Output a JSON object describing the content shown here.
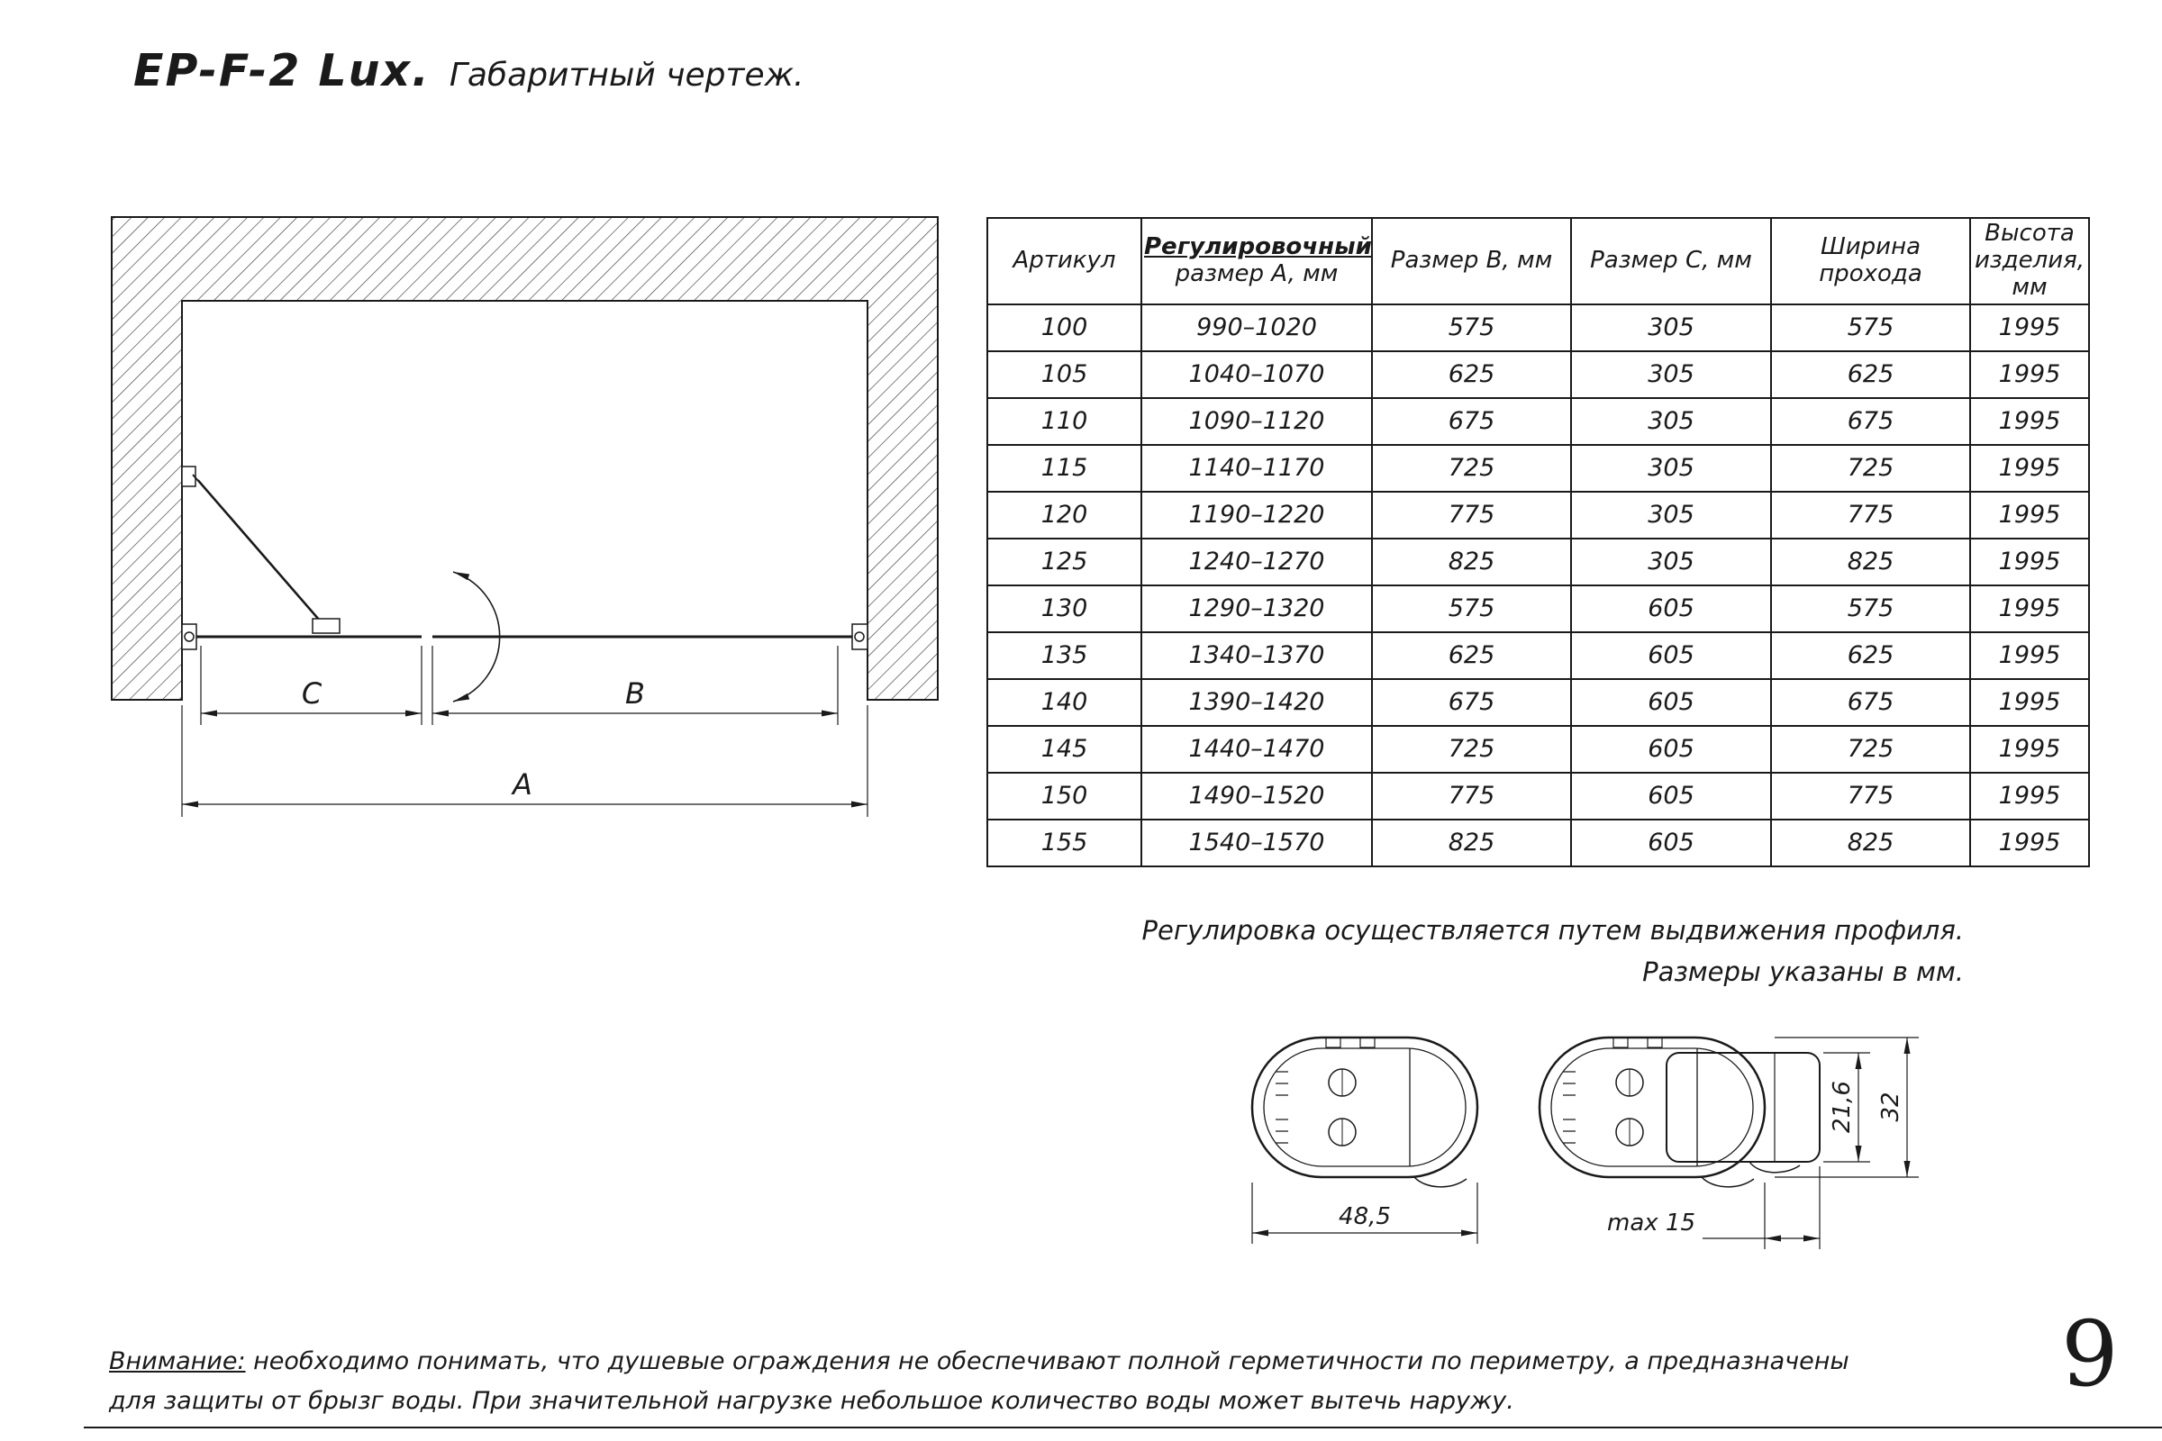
{
  "page": {
    "title_model": "EP-F-2 Lux.",
    "title_caption": "Габаритный чертеж.",
    "page_number": "9"
  },
  "drawing": {
    "label_a": "A",
    "label_b": "B",
    "label_c": "C"
  },
  "table": {
    "headers": {
      "article": "Артикул",
      "size_a_line1": "Регулировочный",
      "size_a_line2": "размер A, мм",
      "size_b": "Размер B, мм",
      "size_c": "Размер C, мм",
      "passage_width": "Ширина прохода",
      "product_height": "Высота изделия, мм"
    },
    "rows": [
      [
        "100",
        "990–1020",
        "575",
        "305",
        "575",
        "1995"
      ],
      [
        "105",
        "1040–1070",
        "625",
        "305",
        "625",
        "1995"
      ],
      [
        "110",
        "1090–1120",
        "675",
        "305",
        "675",
        "1995"
      ],
      [
        "115",
        "1140–1170",
        "725",
        "305",
        "725",
        "1995"
      ],
      [
        "120",
        "1190–1220",
        "775",
        "305",
        "775",
        "1995"
      ],
      [
        "125",
        "1240–1270",
        "825",
        "305",
        "825",
        "1995"
      ],
      [
        "130",
        "1290–1320",
        "575",
        "605",
        "575",
        "1995"
      ],
      [
        "135",
        "1340–1370",
        "625",
        "605",
        "625",
        "1995"
      ],
      [
        "140",
        "1390–1420",
        "675",
        "605",
        "675",
        "1995"
      ],
      [
        "145",
        "1440–1470",
        "725",
        "605",
        "725",
        "1995"
      ],
      [
        "150",
        "1490–1520",
        "775",
        "605",
        "775",
        "1995"
      ],
      [
        "155",
        "1540–1570",
        "825",
        "605",
        "825",
        "1995"
      ]
    ]
  },
  "notes": {
    "adjustment_line1": "Регулировка осуществляется путем выдвижения профиля.",
    "adjustment_line2": "Размеры указаны в мм."
  },
  "profiles": {
    "dim_width": "48,5",
    "dim_extension": "max 15",
    "dim_inner_height": "21,6",
    "dim_outer_height": "32"
  },
  "warning": {
    "label": "Внимание:",
    "line1": "необходимо понимать, что душевые ограждения не обеспечивают полной герметичности по периметру, а предназначены",
    "line2": "для защиты от брызг воды. При значительной нагрузке небольшое количество воды может вытечь наружу."
  }
}
